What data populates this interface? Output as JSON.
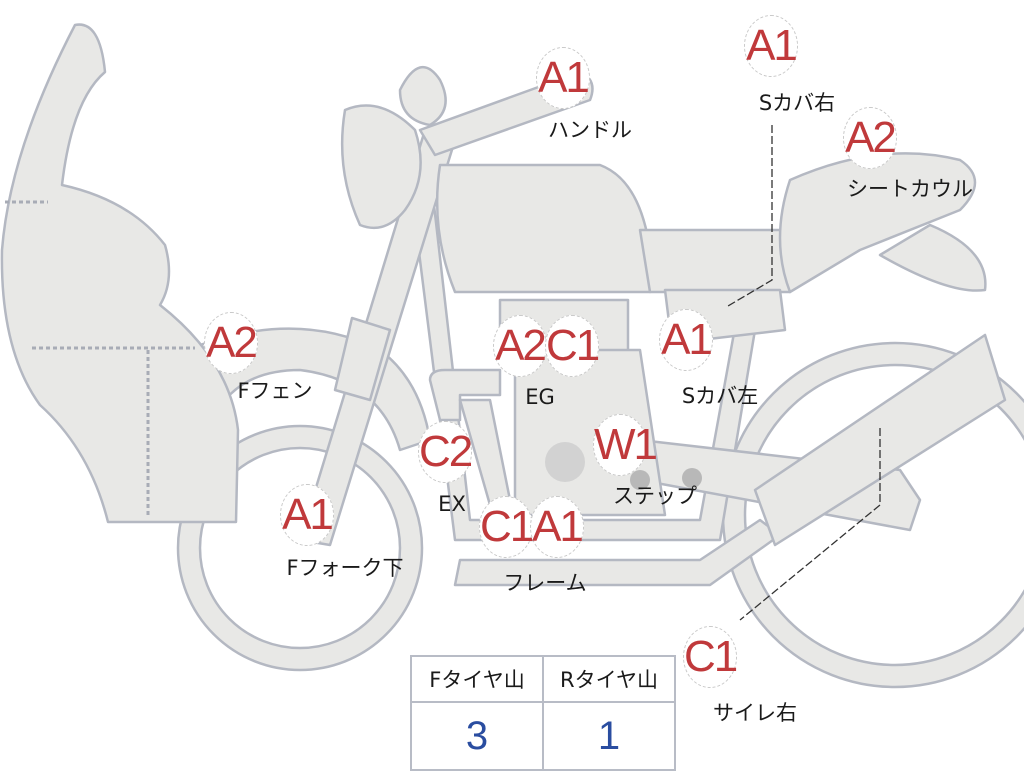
{
  "colors": {
    "body_fill": "#e8e8e6",
    "outline": "#b4b8c2",
    "damage_code": "#c0393b",
    "tyre_value": "#2a4da0"
  },
  "parts": [
    {
      "code": "A1",
      "label": "ハンドル"
    },
    {
      "code": "A1",
      "label": "Sカバ右"
    },
    {
      "code": "A2",
      "label": "シートカウル"
    },
    {
      "code": "A2",
      "label": "Fフェン"
    },
    {
      "codes": [
        "A2",
        "C1"
      ],
      "label": "EG"
    },
    {
      "code": "A1",
      "label": "Sカバ左"
    },
    {
      "code": "C2",
      "label": "EX"
    },
    {
      "code": "W1",
      "label": "ステップ"
    },
    {
      "code": "A1",
      "label": "Fフォーク下"
    },
    {
      "codes": [
        "C1",
        "A1"
      ],
      "label": "フレーム"
    },
    {
      "code": "C1",
      "label": "サイレ右"
    }
  ],
  "tyre_table": {
    "headers": [
      "Fタイヤ山",
      "Rタイヤ山"
    ],
    "values": [
      "3",
      "1"
    ]
  }
}
